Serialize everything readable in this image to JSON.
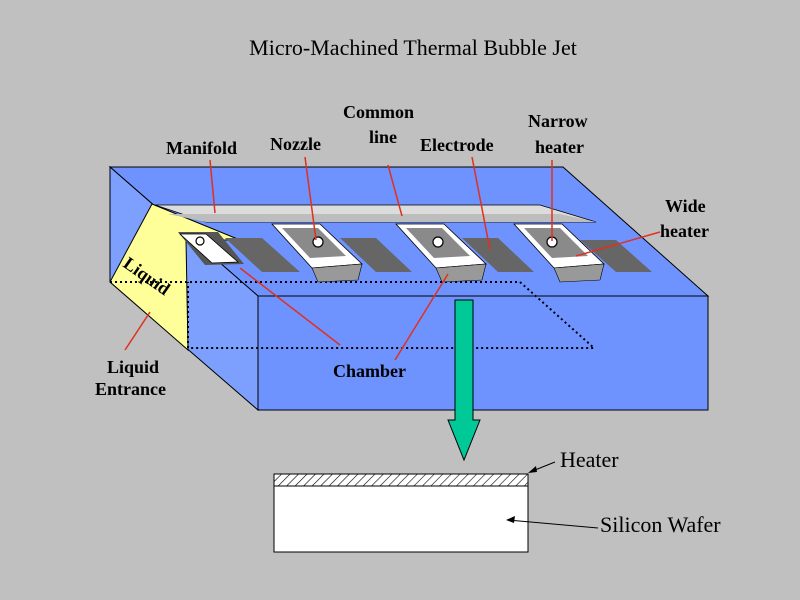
{
  "title": "Micro-Machined Thermal Bubble Jet",
  "labels": {
    "manifold": "Manifold",
    "nozzle": "Nozzle",
    "common_line_1": "Common",
    "common_line_2": "line",
    "electrode": "Electrode",
    "narrow_heater_1": "Narrow",
    "narrow_heater_2": "heater",
    "wide_heater_1": "Wide",
    "wide_heater_2": "heater",
    "liquid": "Liquid",
    "liquid_entrance_1": "Liquid",
    "liquid_entrance_2": "Entrance",
    "chamber": "Chamber",
    "heater": "Heater",
    "silicon_wafer": "Silicon Wafer"
  },
  "colors": {
    "background": "#c0c0c0",
    "block_blue": "#6e93ff",
    "liquid_yellow": "#ffff99",
    "leader_red": "#e0301e",
    "arrow_green": "#00c896"
  }
}
